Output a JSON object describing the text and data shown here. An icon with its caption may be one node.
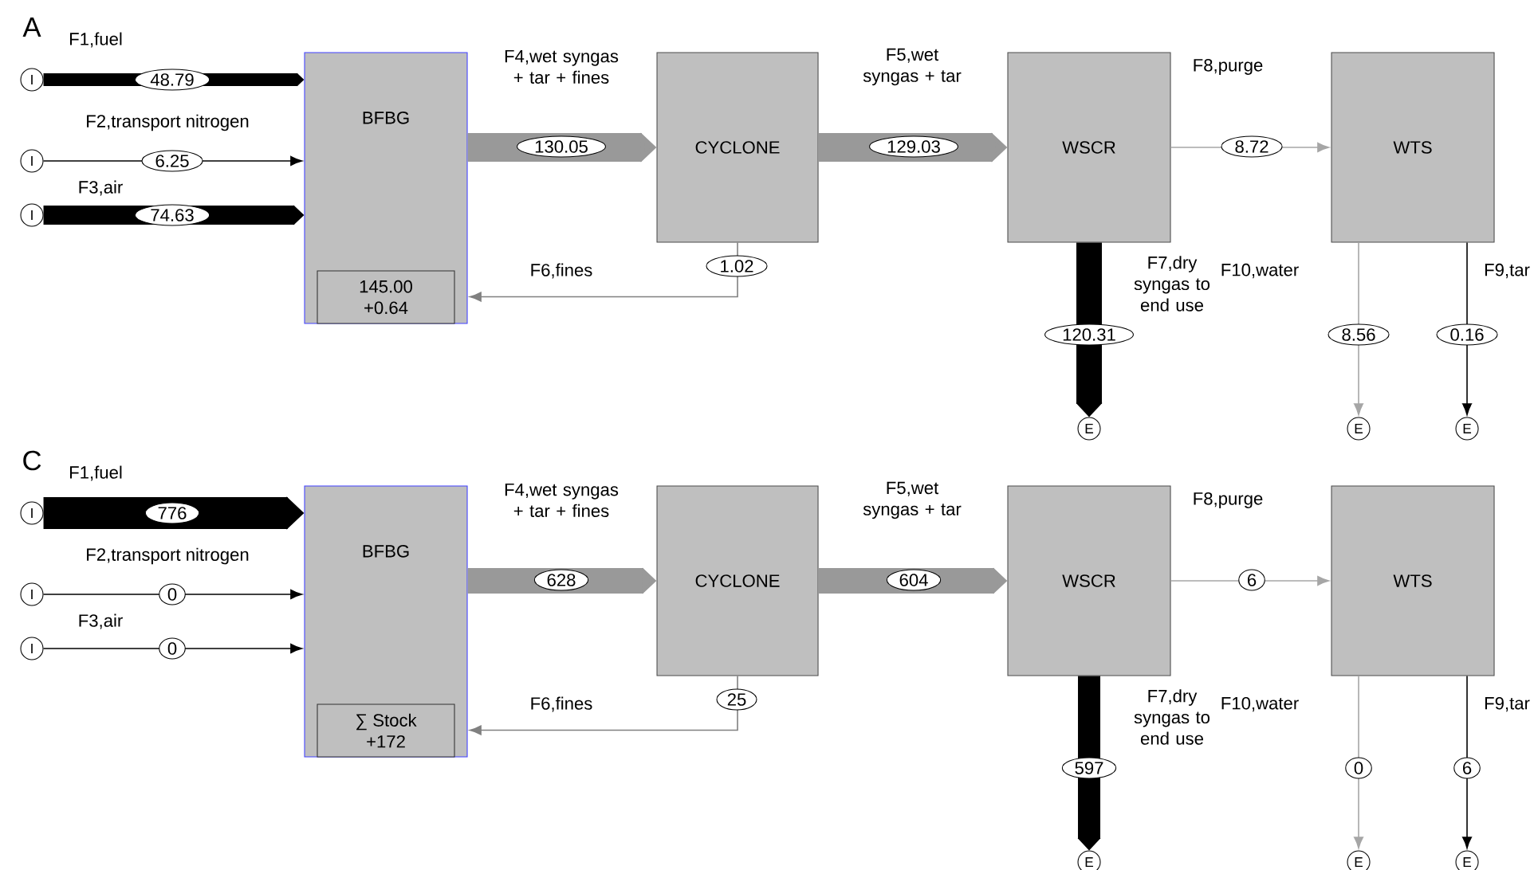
{
  "diagram": {
    "nodes": [
      {
        "text": [
          "BFBG"
        ]
      },
      {
        "text": [
          "145.00 +0.64"
        ],
        "in": 0
      },
      {
        "text": [
          "CYCLONE"
        ]
      },
      {
        "text": [
          "WSCR"
        ]
      },
      {
        "text": [
          "WTS"
        ]
      },
      {
        "text": [
          "I"
        ]
      },
      {
        "text": [
          "I"
        ]
      },
      {
        "text": [
          "I"
        ]
      },
      {
        "text": [
          "E"
        ]
      },
      {
        "text": [
          "E"
        ]
      },
      {
        "text": [
          "E"
        ]
      },
      {
        "text": [
          "BFBG"
        ]
      },
      {
        "text": [
          "∑ Stock +172"
        ],
        "in": 11
      },
      {
        "text": [
          "CYCLONE"
        ]
      },
      {
        "text": [
          "WSCR"
        ]
      },
      {
        "text": [
          "WTS"
        ]
      },
      {
        "text": [
          "I"
        ]
      },
      {
        "text": [
          "I"
        ]
      },
      {
        "text": [
          "I"
        ]
      },
      {
        "text": [
          "E"
        ]
      },
      {
        "text": [
          "E"
        ]
      },
      {
        "text": [
          "E"
        ]
      }
    ],
    "edges": [
      {
        "from": 5,
        "to": 0,
        "arrow": "to",
        "label": "48.79",
        "style": "thick"
      },
      {
        "from": 6,
        "to": 0,
        "arrow": "to",
        "label": "6.25"
      },
      {
        "from": 7,
        "to": 0,
        "arrow": "to",
        "label": "74.63",
        "style": "thick"
      },
      {
        "from": 0,
        "to": 2,
        "arrow": "to",
        "label": "130.05",
        "style": "thick",
        "color": "#999999"
      },
      {
        "from": 2,
        "to": 3,
        "arrow": "to",
        "label": "129.03",
        "style": "thick",
        "color": "#999999"
      },
      {
        "from": 2,
        "to": 0,
        "arrow": "to",
        "label": "1.02",
        "color": "#808080"
      },
      {
        "from": 3,
        "to": 8,
        "arrow": "to",
        "label": "120.31",
        "style": "thick"
      },
      {
        "from": 3,
        "to": 4,
        "arrow": "to",
        "label": "8.72",
        "color": "#a6a6a6"
      },
      {
        "from": 4,
        "to": 9,
        "arrow": "to",
        "label": "8.56",
        "color": "#a6a6a6"
      },
      {
        "from": 4,
        "to": 10,
        "arrow": "to",
        "label": "0.16"
      },
      {
        "from": 16,
        "to": 11,
        "arrow": "to",
        "label": "776",
        "style": "thick"
      },
      {
        "from": 17,
        "to": 11,
        "arrow": "to",
        "label": "0"
      },
      {
        "from": 18,
        "to": 11,
        "arrow": "to",
        "label": "0"
      },
      {
        "from": 11,
        "to": 13,
        "arrow": "to",
        "label": "628",
        "style": "thick",
        "color": "#999999"
      },
      {
        "from": 13,
        "to": 14,
        "arrow": "to",
        "label": "604",
        "style": "thick",
        "color": "#999999"
      },
      {
        "from": 13,
        "to": 11,
        "arrow": "to",
        "label": "25",
        "color": "#808080"
      },
      {
        "from": 14,
        "to": 19,
        "arrow": "to",
        "label": "597",
        "style": "thick"
      },
      {
        "from": 14,
        "to": 15,
        "arrow": "to",
        "label": "6",
        "color": "#a6a6a6"
      },
      {
        "from": 15,
        "to": 20,
        "arrow": "to",
        "label": "0",
        "color": "#a6a6a6"
      },
      {
        "from": 15,
        "to": 21,
        "arrow": "to",
        "label": "6"
      }
    ],
    "labels": [
      "A",
      "F1,fuel",
      "F2,transport nitrogen",
      "F3,air",
      "F4,wet syngas + tar + fines",
      "F5,wet syngas + tar",
      "F6,fines",
      "F8,purge",
      "F7,dry syngas to end use",
      "F10,water",
      "F9,tar",
      "C",
      "F1,fuel",
      "F2,transport nitrogen",
      "F3,air",
      "F4,wet syngas + tar + fines",
      "F5,wet syngas + tar",
      "F6,fines",
      "F8,purge",
      "F7,dry syngas to end use",
      "F10,water",
      "F9,tar"
    ]
  }
}
